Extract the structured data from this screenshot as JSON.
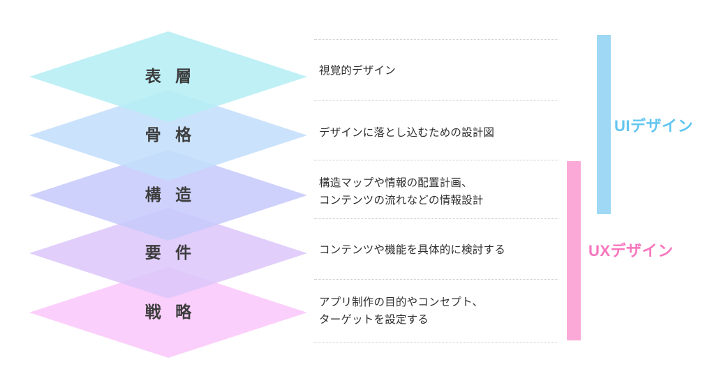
{
  "diagram": {
    "title_text": "",
    "layers": [
      {
        "name": "表 層",
        "color": "#b5eef5",
        "description_lines": [
          "視覚的デザイン"
        ]
      },
      {
        "name": "骨 格",
        "color": "#c3dffb",
        "description_lines": [
          "デザインに落とし込むための設計図"
        ]
      },
      {
        "name": "構 造",
        "color": "#c6cbfb",
        "description_lines": [
          "構造マップや情報の配置計画、",
          "コンテンツの流れなどの情報設計"
        ]
      },
      {
        "name": "要 件",
        "color": "#ddc8fb",
        "description_lines": [
          "コンテンツや機能を具体的に検討する"
        ]
      },
      {
        "name": "戦 略",
        "color": "#fbc9fb",
        "description_lines": [
          "アプリ制作の目的やコンセプト、",
          "ターゲットを設定する"
        ]
      }
    ],
    "scopes": [
      {
        "label": "UIデザイン",
        "bar_color": "#9ed8f5",
        "text_color": "#63c6f0"
      },
      {
        "label": "UXデザイン",
        "bar_color": "#fbaad8",
        "text_color": "#f776be"
      }
    ]
  }
}
